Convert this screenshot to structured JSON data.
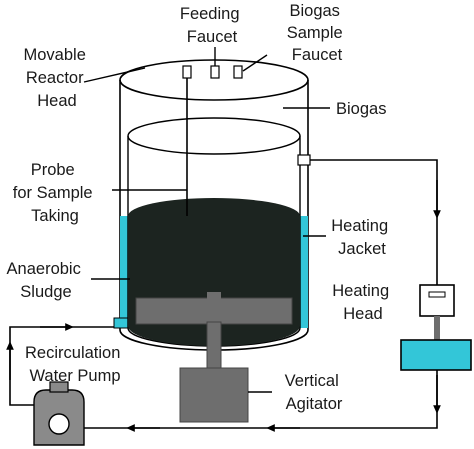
{
  "labels": {
    "feeding_faucet": [
      "Feeding",
      "Faucet"
    ],
    "biogas_sample_faucet": [
      "Biogas",
      "Sample",
      "Faucet"
    ],
    "movable_reactor_head": [
      "Movable",
      "Reactor",
      "Head"
    ],
    "biogas": "Biogas",
    "probe": [
      "Probe",
      "for Sample",
      "Taking"
    ],
    "heating_jacket": [
      "Heating",
      "Jacket"
    ],
    "anaerobic_sludge": [
      "Anaerobic",
      "Sludge"
    ],
    "heating_head": [
      "Heating",
      "Head"
    ],
    "recirculation_pump": [
      "Recirculation",
      "Water Pump"
    ],
    "vertical_agitator": [
      "Vertical",
      "Agitator"
    ]
  },
  "colors": {
    "sludge": "#1c2420",
    "jacket_water": "#33c6d8",
    "agitator": "#6e6e6e",
    "pump": "#8a8a8a"
  }
}
